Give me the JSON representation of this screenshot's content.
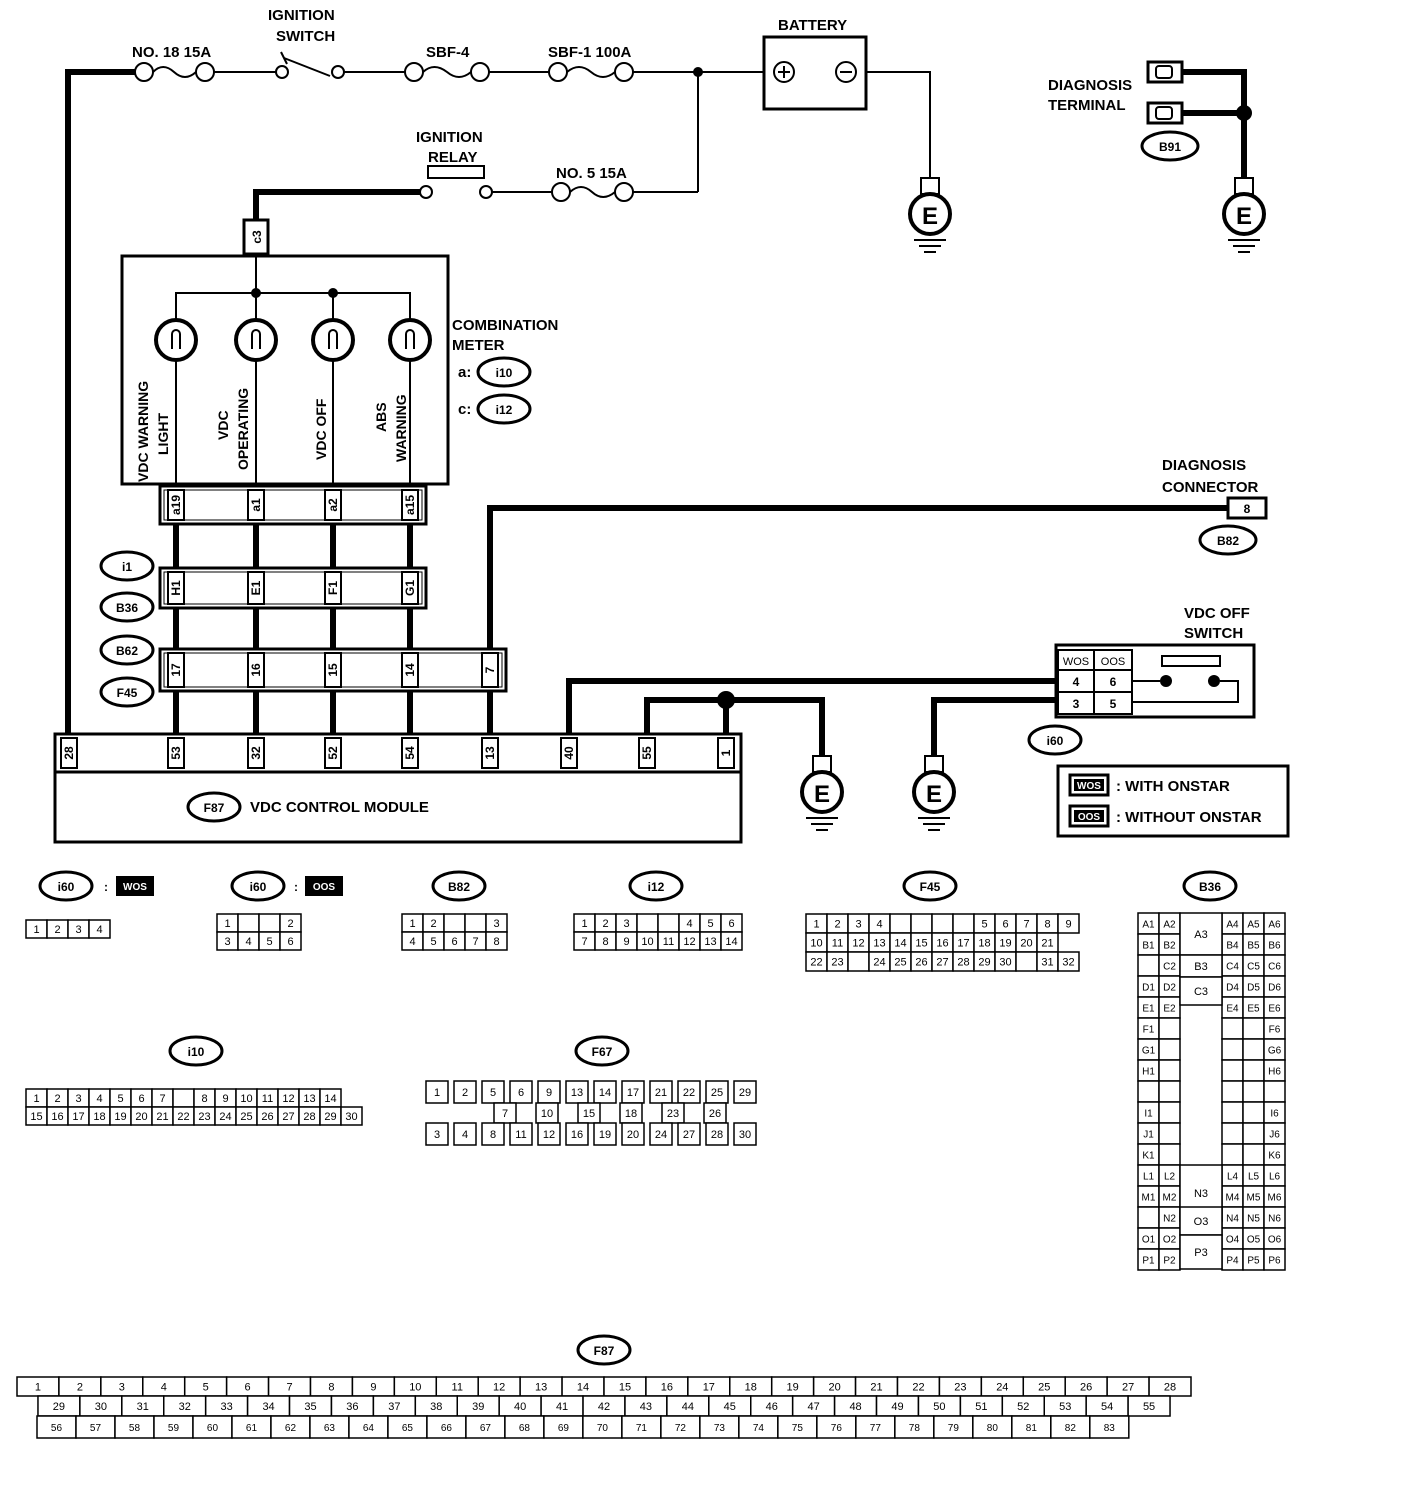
{
  "labels": {
    "fuse18": "NO. 18 15A",
    "ign_switch_1": "IGNITION",
    "ign_switch_2": "SWITCH",
    "sbf4": "SBF-4",
    "sbf1": "SBF-1 100A",
    "battery": "BATTERY",
    "ign_relay_1": "IGNITION",
    "ign_relay_2": "RELAY",
    "fuse5": "NO. 5 15A",
    "diag_terminal_1": "DIAGNOSIS",
    "diag_terminal_2": "TERMINAL",
    "comb_meter_1": "COMBINATION",
    "comb_meter_2": "METER",
    "meter_a": "a:",
    "meter_c": "c:",
    "diag_connector_1": "DIAGNOSIS",
    "diag_connector_2": "CONNECTOR",
    "vdc_off_switch_1": "VDC OFF",
    "vdc_off_switch_2": "SWITCH",
    "vdc_module": "VDC CONTROL MODULE",
    "legend_wos": ": WITH ONSTAR",
    "legend_oos": ": WITHOUT ONSTAR",
    "wos": "WOS",
    "oos": "OOS",
    "ground": "E",
    "colon": ":"
  },
  "lamps": [
    {
      "line1": "VDC WARNING",
      "line2": "LIGHT"
    },
    {
      "line1": "VDC",
      "line2": "OPERATING"
    },
    {
      "line1": "VDC OFF",
      "line2": ""
    },
    {
      "line1": "ABS",
      "line2": "WARNING"
    }
  ],
  "connectors": {
    "B91": "B91",
    "i10": "i10",
    "i12": "i12",
    "B82": "B82",
    "i1": "i1",
    "B36": "B36",
    "B62": "B62",
    "F45": "F45",
    "i60": "i60",
    "F87": "F87",
    "F67": "F67",
    "c3": "c3",
    "diag_pin": "8"
  },
  "pins": {
    "meter": [
      "a19",
      "a1",
      "a2",
      "a15"
    ],
    "i1": [
      "H1",
      "E1",
      "F1",
      "G1"
    ],
    "b62": [
      "17",
      "16",
      "15",
      "14",
      "7"
    ],
    "module": [
      "28",
      "53",
      "32",
      "52",
      "54",
      "13",
      "40",
      "55",
      "1"
    ],
    "switch": [
      "WOS",
      "OOS",
      "4",
      "6",
      "3",
      "5"
    ]
  },
  "faces": {
    "i60wos": {
      "row1": [
        "1",
        "2",
        "3",
        "4"
      ]
    },
    "i60oos": {
      "row1": [
        "1",
        "",
        "",
        "2"
      ],
      "row2": [
        "3",
        "4",
        "5",
        "6"
      ]
    },
    "b82": {
      "row1": [
        "1",
        "2",
        "",
        "",
        "3"
      ],
      "row2": [
        "4",
        "5",
        "6",
        "7",
        "8"
      ]
    },
    "i12": {
      "row1": [
        "1",
        "2",
        "3",
        "",
        "",
        "4",
        "5",
        "6"
      ],
      "row2": [
        "7",
        "8",
        "9",
        "10",
        "11",
        "12",
        "13",
        "14"
      ]
    },
    "f45": {
      "row1": [
        "1",
        "2",
        "3",
        "4",
        "",
        "",
        "",
        "",
        "5",
        "6",
        "7",
        "8",
        "9"
      ],
      "row2": [
        "10",
        "11",
        "12",
        "13",
        "14",
        "15",
        "16",
        "17",
        "18",
        "19",
        "20",
        "21"
      ],
      "row3": [
        "22",
        "23",
        "",
        "24",
        "25",
        "26",
        "27",
        "28",
        "29",
        "30",
        "",
        "31",
        "32"
      ]
    },
    "i10": {
      "row1": [
        "1",
        "2",
        "3",
        "4",
        "5",
        "6",
        "7",
        "",
        "8",
        "9",
        "10",
        "11",
        "12",
        "13",
        "14"
      ],
      "row2": [
        "15",
        "16",
        "17",
        "18",
        "19",
        "20",
        "21",
        "22",
        "23",
        "24",
        "25",
        "26",
        "27",
        "28",
        "29",
        "30"
      ]
    },
    "b36": {
      "left": [
        "A1",
        "B1",
        "",
        "D1",
        "E1",
        "F1",
        "G1",
        "H1",
        "",
        "I1",
        "J1",
        "K1",
        "L1",
        "M1",
        "",
        "O1",
        "P1"
      ],
      "left2": [
        "A2",
        "B2",
        "C2",
        "D2",
        "E2",
        "",
        "",
        "",
        "",
        "",
        "",
        "",
        "L2",
        "M2",
        "N2",
        "O2",
        "P2"
      ],
      "mid": [
        "A3",
        "B3",
        "C3",
        "N3",
        "O3",
        "P3"
      ],
      "right4": [
        "A4",
        "B4",
        "C4",
        "D4",
        "E4",
        "",
        "",
        "",
        "",
        "",
        "",
        "",
        "L4",
        "M4",
        "N4",
        "O4",
        "P4"
      ],
      "right5": [
        "A5",
        "B5",
        "C5",
        "D5",
        "E5",
        "",
        "",
        "",
        "",
        "",
        "",
        "",
        "L5",
        "M5",
        "N5",
        "O5",
        "P5"
      ],
      "right6": [
        "A6",
        "B6",
        "C6",
        "D6",
        "E6",
        "F6",
        "G6",
        "H6",
        "",
        "I6",
        "J6",
        "K6",
        "L6",
        "M6",
        "N6",
        "O6",
        "P6"
      ]
    },
    "f67": {
      "top": [
        "1",
        "2",
        "5",
        "6",
        "9",
        "13",
        "14",
        "17",
        "21",
        "22",
        "25",
        "29"
      ],
      "mid": [
        "7",
        "10",
        "15",
        "18",
        "23",
        "26"
      ],
      "low": [
        "3",
        "4",
        "8",
        "11",
        "12",
        "16",
        "19",
        "20",
        "24",
        "27",
        "28",
        "30"
      ]
    },
    "f87": {
      "row1": [
        "1",
        "2",
        "3",
        "4",
        "5",
        "6",
        "7",
        "8",
        "9",
        "10",
        "11",
        "12",
        "13",
        "14",
        "15",
        "16",
        "17",
        "18",
        "19",
        "20",
        "21",
        "22",
        "23",
        "24",
        "25",
        "26",
        "27",
        "28"
      ],
      "row2": [
        "29",
        "30",
        "31",
        "32",
        "33",
        "34",
        "35",
        "36",
        "37",
        "38",
        "39",
        "40",
        "41",
        "42",
        "43",
        "44",
        "45",
        "46",
        "47",
        "48",
        "49",
        "50",
        "51",
        "52",
        "53",
        "54",
        "55"
      ],
      "row3": [
        "56",
        "57",
        "58",
        "59",
        "60",
        "61",
        "62",
        "63",
        "64",
        "65",
        "66",
        "67",
        "68",
        "69",
        "70",
        "71",
        "72",
        "73",
        "74",
        "75",
        "76",
        "77",
        "78",
        "79",
        "80",
        "81",
        "82",
        "83"
      ]
    }
  }
}
